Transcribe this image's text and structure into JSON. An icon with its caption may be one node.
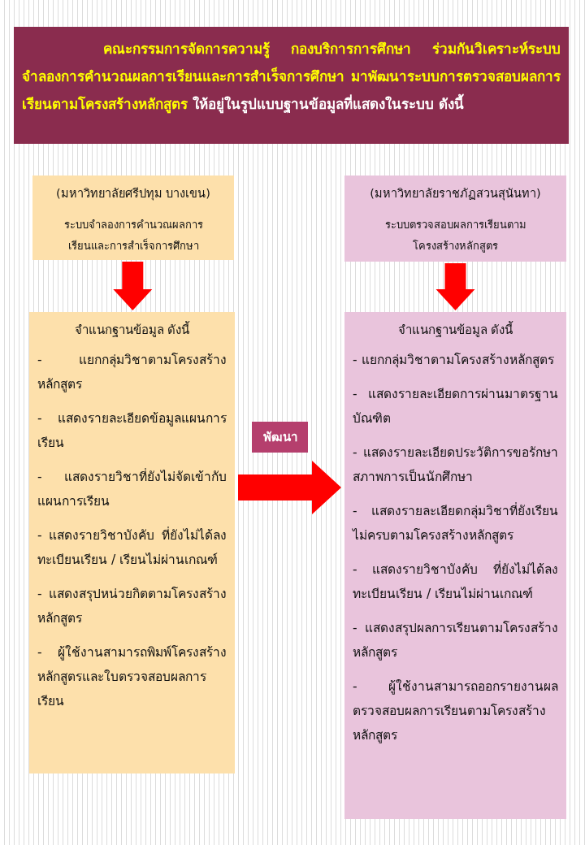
{
  "diagram": {
    "nodes": [
      {
        "text": [
          "คณะกรรมการจัดการความรู้ กองบริการการศึกษา ร่วมกันวิเคราะห์ระบบจำลองการคำนวณผลการเรียนและการสำเร็จการศึกษา มาพัฒนาระบบการตรวจสอบผลการเรียนตามโครงสร้างหลักสูตร",
          "ให้อยู่ในรูปแบบฐานข้อมูลที่แสดงในระบบ ดังนี้"
        ]
      },
      {
        "text": [
          "(มหาวิทยาลัยศรีปทุม บางเขน)",
          "ระบบจำลองการคำนวณผลการเรียนและการสำเร็จการศึกษา"
        ]
      },
      {
        "text": [
          "(มหาวิทยาลัยราชภัฏสวนสุนันทา)",
          "ระบบตรวจสอบผลการเรียนตามโครงสร้างหลักสูตร"
        ]
      },
      {
        "text": [
          "จำแนกฐานข้อมูล ดังนี้",
          "- แยกกลุ่มวิชาตามโครงสร้างหลักสูตร",
          "- แสดงรายละเอียดข้อมูลแผนการเรียน",
          "- แสดงรายวิชาที่ยังไม่จัดเข้ากับแผนการเรียน",
          "- แสดงรายวิชาบังคับ ที่ยังไม่ได้ลงทะเบียนเรียน / เรียนไม่ผ่านเกณฑ์",
          "- แสดงสรุปหน่วยกิตตามโครงสร้างหลักสูตร",
          "- ผู้ใช้งานสามารถพิมพ์โครงสร้างหลักสูตรและใบตรวจสอบผลการเรียน"
        ]
      },
      {
        "text": [
          "พัฒนา"
        ]
      },
      {
        "text": [
          "จำแนกฐานข้อมูล ดังนี้",
          "- แยกกลุ่มวิชาตามโครงสร้างหลักสูตร",
          "- แสดงรายละเอียดการผ่านมาตรฐานบัณฑิต",
          "- แสดงรายละเอียดประวัติการขอรักษาสภาพการเป็นนักศึกษา",
          "- แสดงรายละเอียดกลุ่มวิชาที่ยังเรียนไม่ครบตามโครงสร้างหลักสูตร",
          "- แสดงรายวิชาบังคับ ที่ยังไม่ได้ลงทะเบียนเรียน / เรียนไม่ผ่านเกณฑ์",
          "- แสดงสรุปผลการเรียนตามโครงสร้างหลักสูตร",
          "- ผู้ใช้งานสามารถออกรายงานผลตรวจสอบผลการเรียนตามโครงสร้างหลักสูตร"
        ]
      }
    ],
    "edges": [
      {
        "from": 1,
        "to": 3,
        "arrow": "to"
      },
      {
        "from": 2,
        "to": 5,
        "arrow": "to"
      },
      {
        "from": 3,
        "to": 5,
        "arrow": "to"
      }
    ]
  }
}
